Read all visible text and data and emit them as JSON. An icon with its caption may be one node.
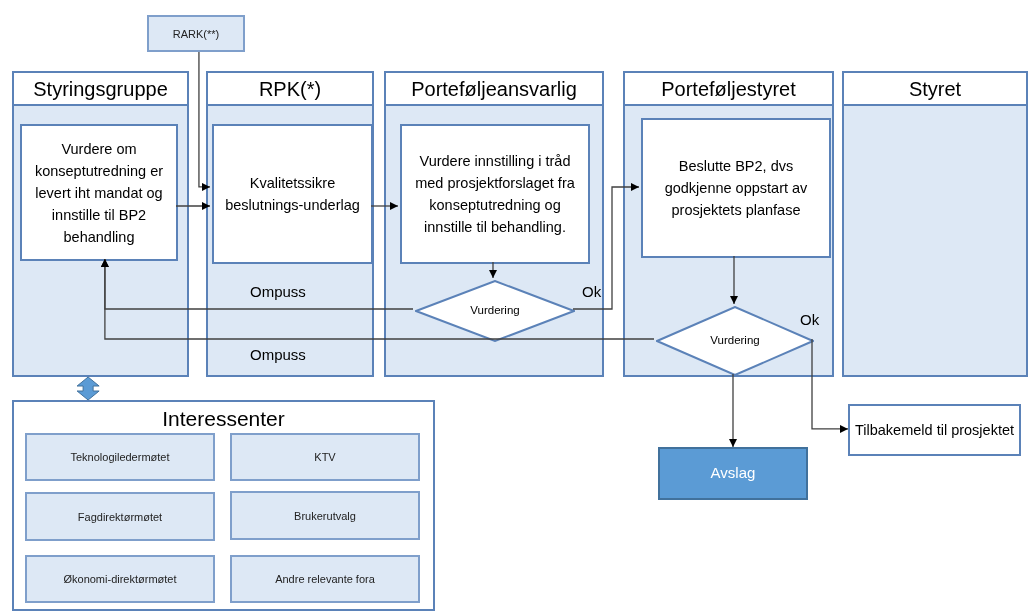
{
  "diagram": {
    "nodes": [
      {
        "text": [
          "RARK(**)"
        ]
      },
      {
        "text": [
          "Styringsgruppe"
        ]
      },
      {
        "text": [
          "Vurdere om konseptutredning er levert iht mandat og innstille til BP2 behandling"
        ],
        "in": 1
      },
      {
        "text": [
          "RPK(*)"
        ]
      },
      {
        "text": [
          "Kvalitetssikre beslutnings-underlag"
        ],
        "in": 3
      },
      {
        "text": [
          "Porteføljeansvarlig"
        ]
      },
      {
        "text": [
          "Vurdere innstilling  i tråd med prosjektforslaget fra konseptutredning og innstille til behandling."
        ],
        "in": 5
      },
      {
        "text": [
          "Vurdering"
        ],
        "in": 5
      },
      {
        "text": [
          "Porteføljestyret"
        ]
      },
      {
        "text": [
          "Beslutte BP2, dvs godkjenne oppstart av prosjektets planfase"
        ],
        "in": 8
      },
      {
        "text": [
          "Vurdering"
        ],
        "in": 8
      },
      {
        "text": [
          "Styret"
        ]
      },
      {
        "text": [
          "Interessenter"
        ]
      },
      {
        "text": [
          "Teknologiledermøtet"
        ],
        "in": 12
      },
      {
        "text": [
          "KTV"
        ],
        "in": 12
      },
      {
        "text": [
          "Fagdirektørmøtet"
        ],
        "in": 12
      },
      {
        "text": [
          "Brukerutvalg"
        ],
        "in": 12
      },
      {
        "text": [
          "Økonomi-direktørmøtet"
        ],
        "in": 12
      },
      {
        "text": [
          "Andre relevante fora"
        ],
        "in": 12
      },
      {
        "text": [
          "Tilbakemeld til prosjektet"
        ]
      },
      {
        "text": [
          "Avslag"
        ]
      }
    ],
    "edges": [
      {
        "from": 0,
        "to": 4,
        "arrow": "to"
      },
      {
        "from": 2,
        "to": 4,
        "arrow": "to"
      },
      {
        "from": 4,
        "to": 6,
        "arrow": "to"
      },
      {
        "from": 6,
        "to": 7,
        "arrow": "to"
      },
      {
        "from": 7,
        "to": 9,
        "arrow": "to",
        "label": "Ok"
      },
      {
        "from": 7,
        "to": 2,
        "arrow": "to",
        "label": "Ompuss"
      },
      {
        "from": 9,
        "to": 10,
        "arrow": "to"
      },
      {
        "from": 10,
        "to": 2,
        "arrow": "to",
        "label": "Ompuss"
      },
      {
        "from": 10,
        "to": 19,
        "arrow": "to",
        "label": "Ok"
      },
      {
        "from": 10,
        "to": 20,
        "arrow": "to"
      },
      {
        "from": 1,
        "to": 12,
        "arrow": "both",
        "style": "thick",
        "color": "#5b9bd5"
      }
    ]
  }
}
